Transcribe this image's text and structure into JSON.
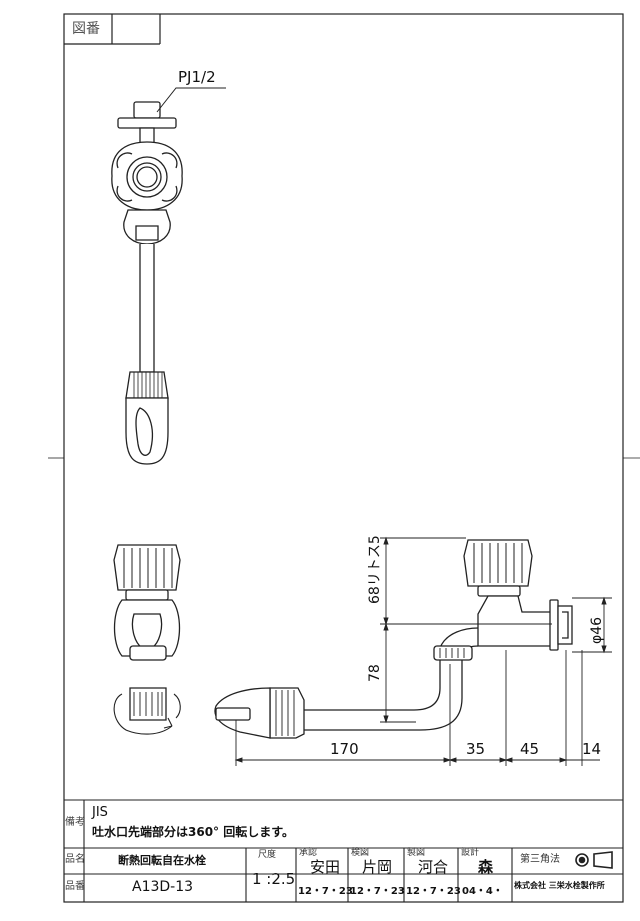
{
  "zuban_label": "図番",
  "thread_label": "PJ1/2",
  "dimensions": {
    "d_stroke": "68リトス5",
    "d_78": "78",
    "d_46": "φ46",
    "d_170": "170",
    "d_35": "35",
    "d_45": "45",
    "d_14": "14"
  },
  "remarks": {
    "label": "備考",
    "line1": "JIS",
    "line2": "吐水口先端部分は360° 回転します。"
  },
  "title_block": {
    "name_label": "品名",
    "name_value": "断熱回転自在水栓",
    "number_label": "品番",
    "number_value": "A13D-13",
    "scale_label": "尺度",
    "scale_value": "1 :2.5",
    "approved_label": "承認",
    "approved_name": "安田",
    "approved_date": "12・7・23",
    "checked_label": "検図",
    "checked_name": "片岡",
    "checked_date": "12・7・23",
    "drawn_label": "製図",
    "drawn_name": "河合",
    "drawn_date": "12・7・23",
    "design_label": "設計",
    "design_name": "森",
    "design_date": "04・4・",
    "projection_label": "第三角法",
    "company": "株式会社 三栄水栓製作所"
  }
}
